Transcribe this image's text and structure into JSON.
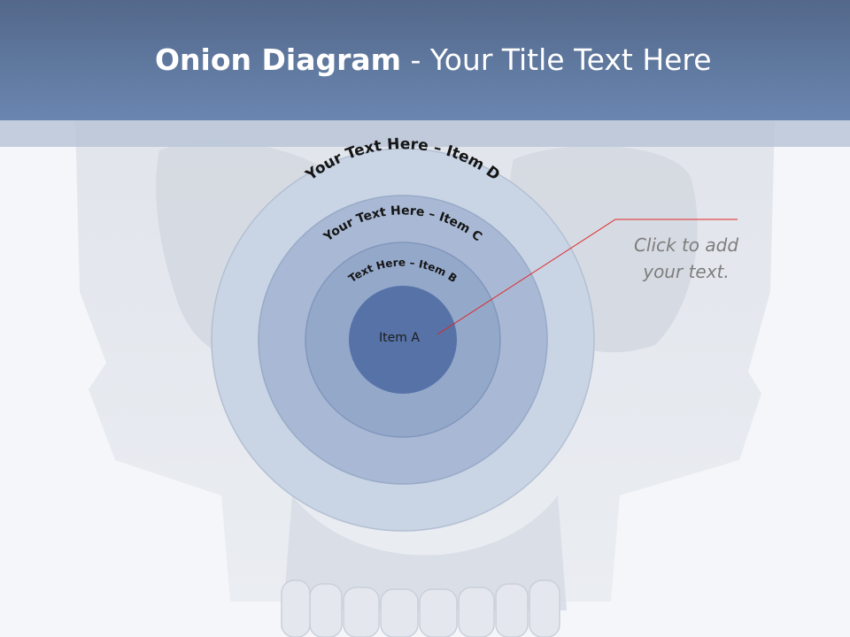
{
  "header": {
    "title_bold": "Onion Diagram",
    "title_rest": " - Your Title Text Here"
  },
  "diagram": {
    "layers": [
      {
        "id": "D",
        "label": "Your Text Here – Item D",
        "color": "#c9d4e4"
      },
      {
        "id": "C",
        "label": "Your Text Here – Item C",
        "color": "#a9b9d5"
      },
      {
        "id": "B",
        "label": "Text Here – Item B",
        "color": "#94a8ca"
      },
      {
        "id": "A",
        "label": "Item A",
        "color": "#5672a7"
      }
    ],
    "callout_line1": "Click  to add",
    "callout_line2": "your text.",
    "leader_color": "#e02424"
  }
}
